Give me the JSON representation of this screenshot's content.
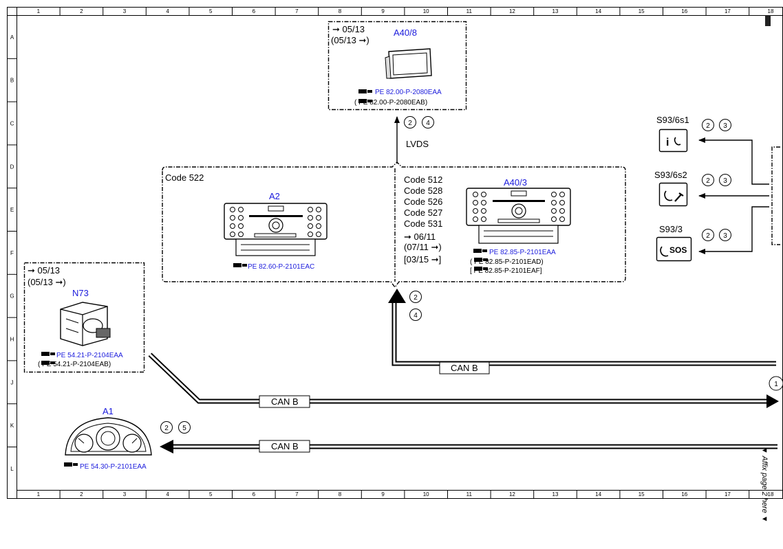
{
  "grid": {
    "columns": [
      "1",
      "2",
      "3",
      "4",
      "5",
      "6",
      "7",
      "8",
      "9",
      "10",
      "11",
      "12",
      "13",
      "14",
      "15",
      "16",
      "17",
      "18"
    ],
    "rows": [
      "A",
      "B",
      "C",
      "D",
      "E",
      "F",
      "G",
      "H",
      "J",
      "K",
      "L"
    ]
  },
  "components": {
    "a40_8": {
      "code": "A40/8",
      "lines": [
        "➞ 05/13",
        "(05/13 ➞)"
      ],
      "refs": [
        "PE 82.00-P-2080EAA",
        "(  PE 82.00-P-2080EAB)"
      ]
    },
    "a2": {
      "code": "A2",
      "header": "Code 522",
      "refs": [
        "PE 82.60-P-2101EAC"
      ]
    },
    "a40_3": {
      "code": "A40/3",
      "lines": [
        "Code 512",
        "Code 528",
        "Code 526",
        "Code 527",
        "Code 531",
        "➞ 06/11",
        "(07/11 ➞)",
        "[03/15 ➞]"
      ],
      "refs": [
        "PE 82.85-P-2101EAA",
        "(  PE 82.85-P-2101EAD)",
        "[  PE 82.85-P-2101EAF]"
      ]
    },
    "n73": {
      "code": "N73",
      "lines": [
        "➞ 05/13",
        "(05/13 ➞)"
      ],
      "refs": [
        "PE 54.21-P-2104EAA",
        "(  PE 54.21-P-2104EAB)"
      ]
    },
    "a1": {
      "code": "A1",
      "refs": [
        "PE 54.30-P-2101EAA"
      ]
    },
    "s93_6s1": {
      "code": "S93/6s1",
      "symbol": "i"
    },
    "s93_6s2": {
      "code": "S93/6s2"
    },
    "s93_3": {
      "code": "S93/3",
      "symbol": "SOS"
    }
  },
  "connections": {
    "lvds": "LVDS",
    "can_b": "CAN B"
  },
  "circles": {
    "lvds": [
      "2",
      "4"
    ],
    "a40_3_in": [
      "2",
      "4"
    ],
    "a1": [
      "2",
      "5"
    ],
    "s93_6s1": [
      "2",
      "3"
    ],
    "s93_6s2": [
      "2",
      "3"
    ],
    "s93_3": [
      "2",
      "3"
    ],
    "edge": "1"
  },
  "sidebar": {
    "affix_note": "▼ Affix page 2 here ▼"
  }
}
